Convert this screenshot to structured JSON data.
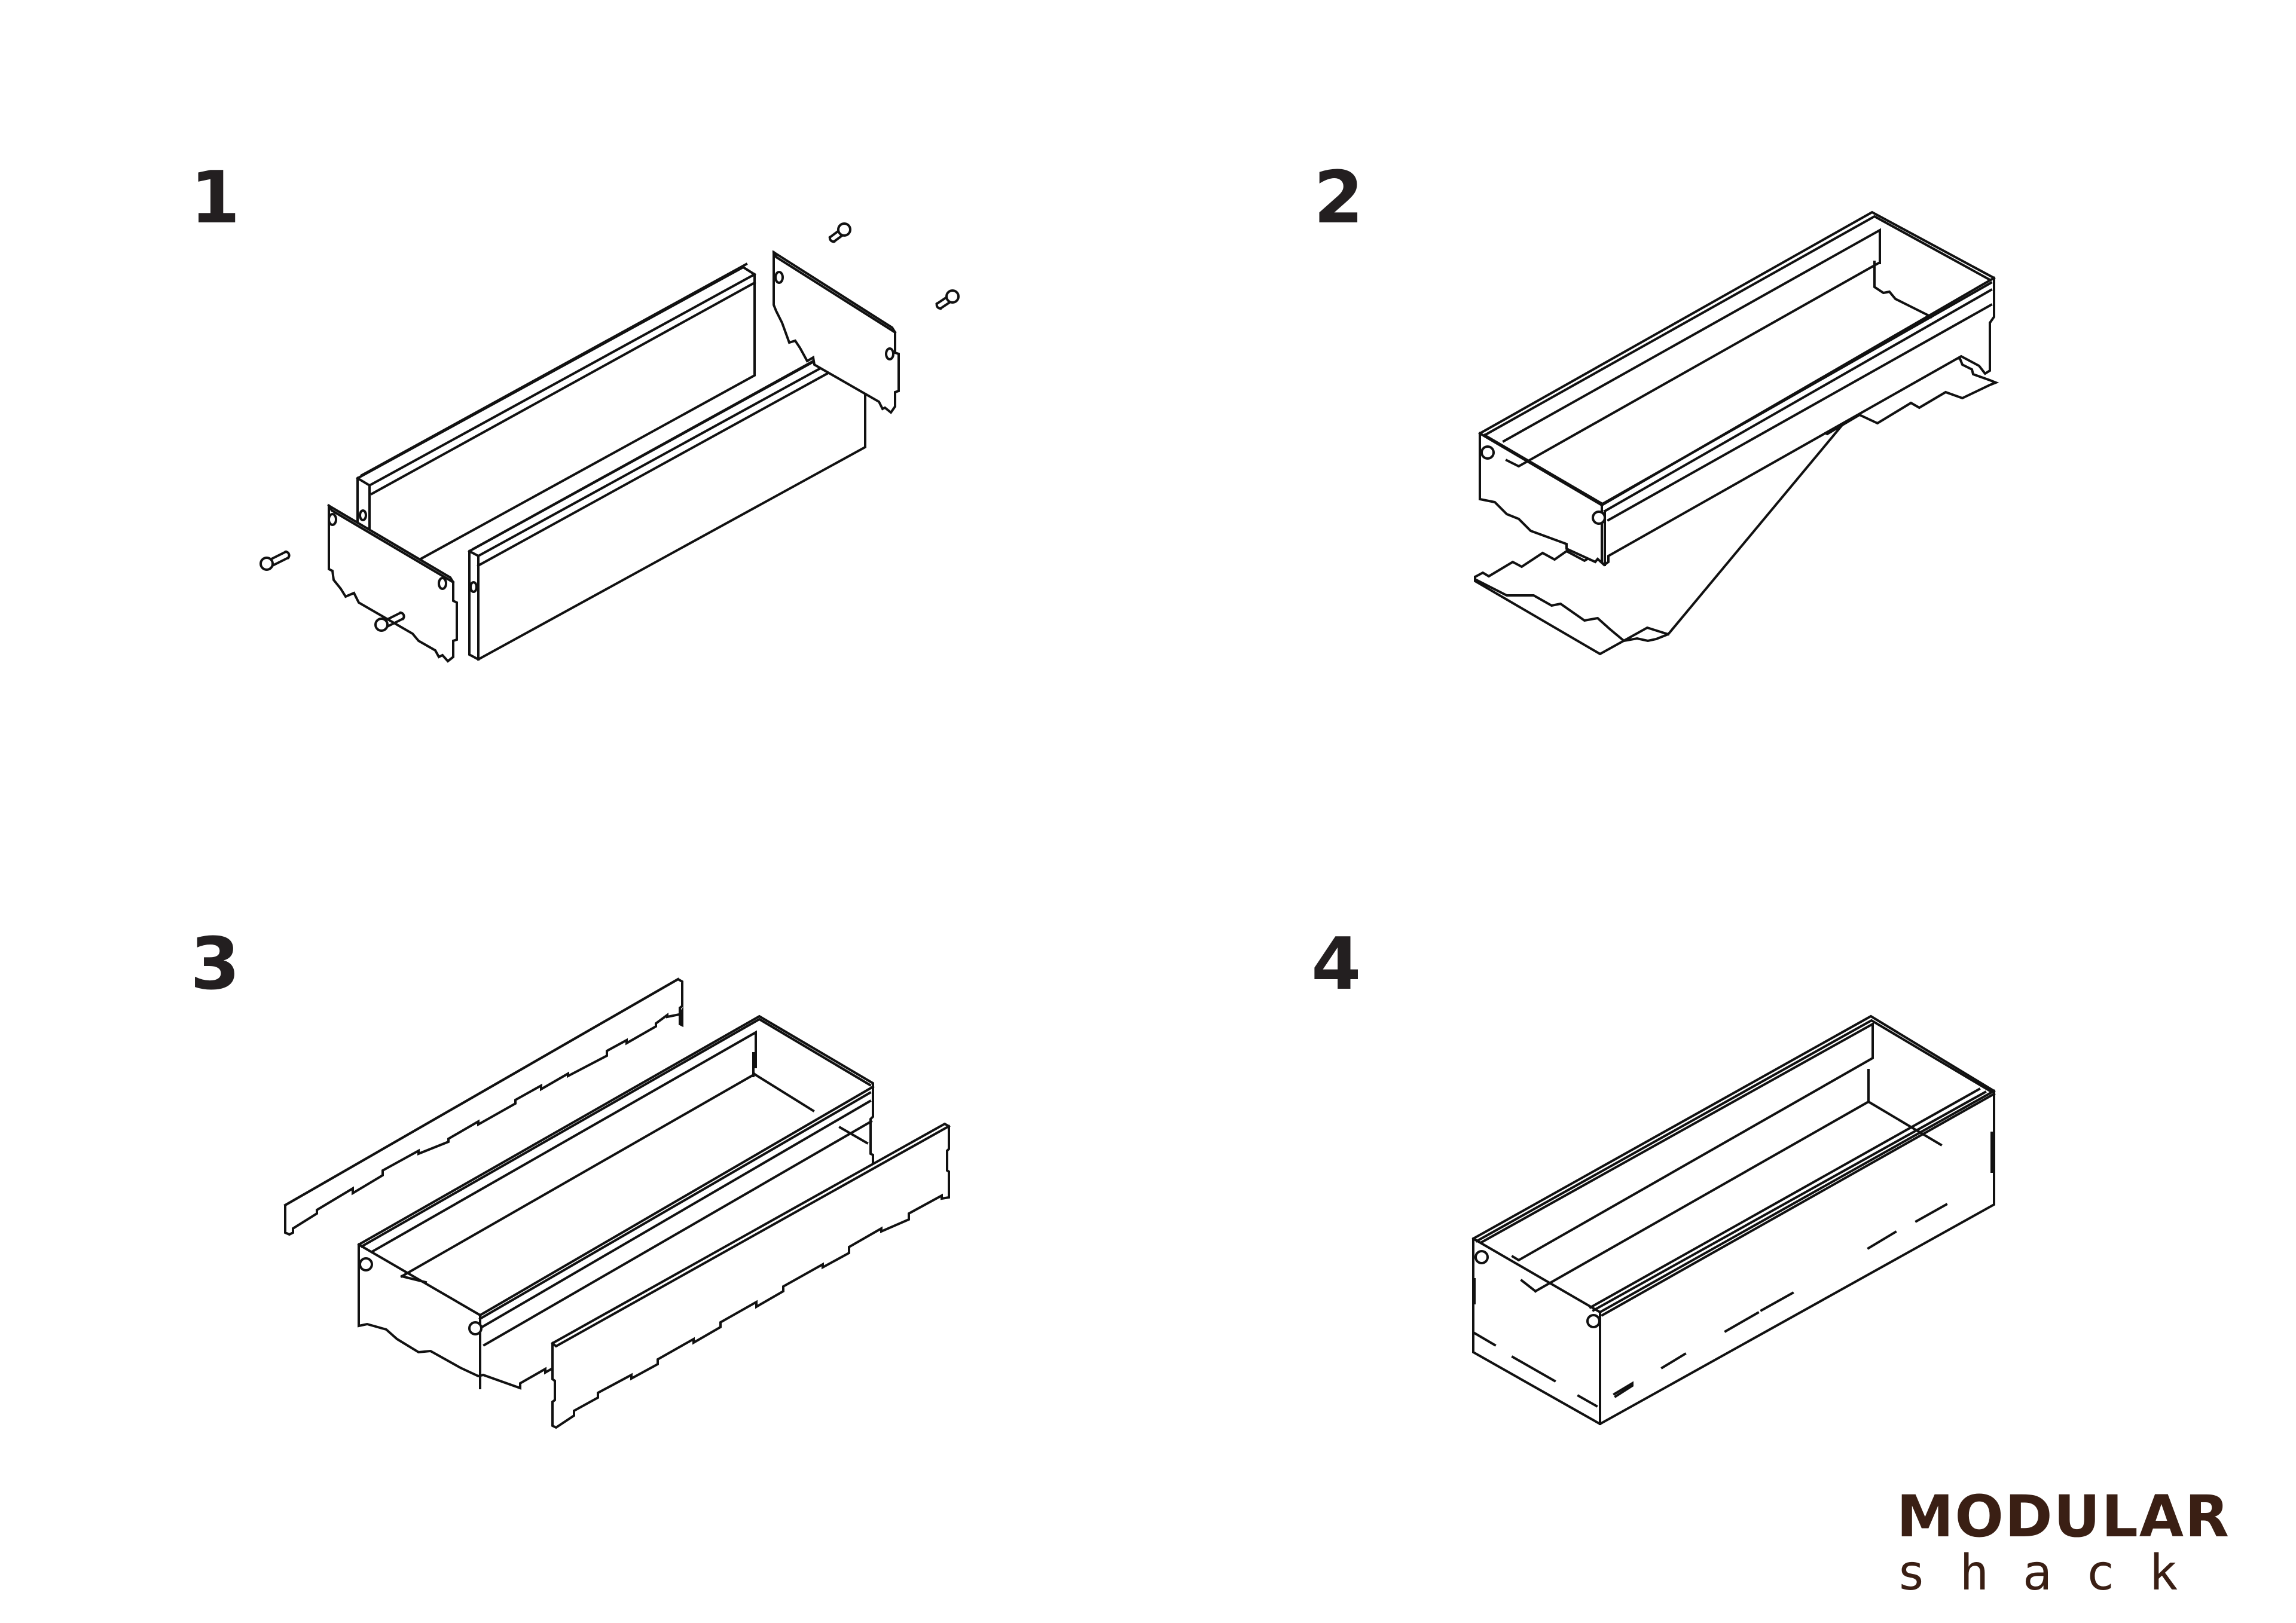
{
  "document": {
    "type": "assembly-instructions",
    "steps": [
      {
        "number": "1",
        "description": "Exploded view: two long side rails with grooves, two end panels with finger joints, four screws"
      },
      {
        "number": "2",
        "description": "Frame assembled with end panels screwed on; bottom panel with finger joints slides in from below"
      },
      {
        "number": "3",
        "description": "Assembled box frame; two long side panels with finger joints being fitted on each side"
      },
      {
        "number": "4",
        "description": "Completed rectangular box / drawer"
      }
    ]
  },
  "logo": {
    "line1": "MODULAR",
    "line2": "shack",
    "color": "#3a1f14"
  },
  "colors": {
    "line": "#111111",
    "step_number": "#231f20",
    "background": "#ffffff"
  }
}
